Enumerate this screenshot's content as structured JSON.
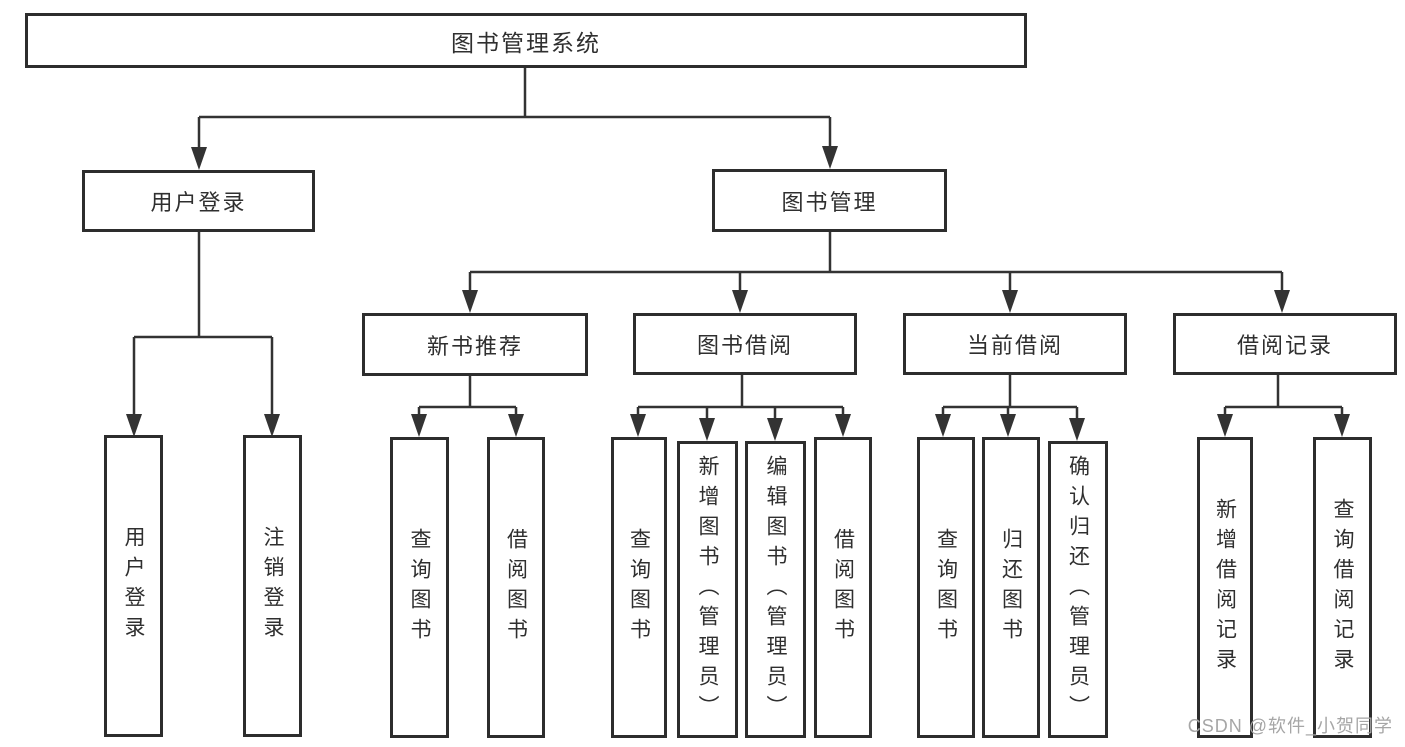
{
  "colors": {
    "line": "#333333",
    "box_border": "#2d2d2d",
    "text": "#2f2f2f",
    "watermark": "#a6a6a6",
    "background": "#ffffff"
  },
  "diagram": {
    "type": "function-structure-tree",
    "title": "图书管理系统",
    "branches": [
      {
        "label": "用户登录",
        "children": [
          {
            "label": "用户登录"
          },
          {
            "label": "注销登录"
          }
        ]
      },
      {
        "label": "图书管理",
        "children": [
          {
            "label": "新书推荐",
            "children": [
              {
                "label": "查询图书"
              },
              {
                "label": "借阅图书"
              }
            ]
          },
          {
            "label": "图书借阅",
            "children": [
              {
                "label": "查询图书"
              },
              {
                "label": "新增图书（管理员）"
              },
              {
                "label": "编辑图书（管理员）"
              },
              {
                "label": "借阅图书"
              }
            ]
          },
          {
            "label": "当前借阅",
            "children": [
              {
                "label": "查询图书"
              },
              {
                "label": "归还图书"
              },
              {
                "label": "确认归还（管理员）"
              }
            ]
          },
          {
            "label": "借阅记录",
            "children": [
              {
                "label": "新增借阅记录"
              },
              {
                "label": "查询借阅记录"
              }
            ]
          }
        ]
      }
    ]
  },
  "watermark": {
    "text": "CSDN @软件_小贺同学"
  }
}
